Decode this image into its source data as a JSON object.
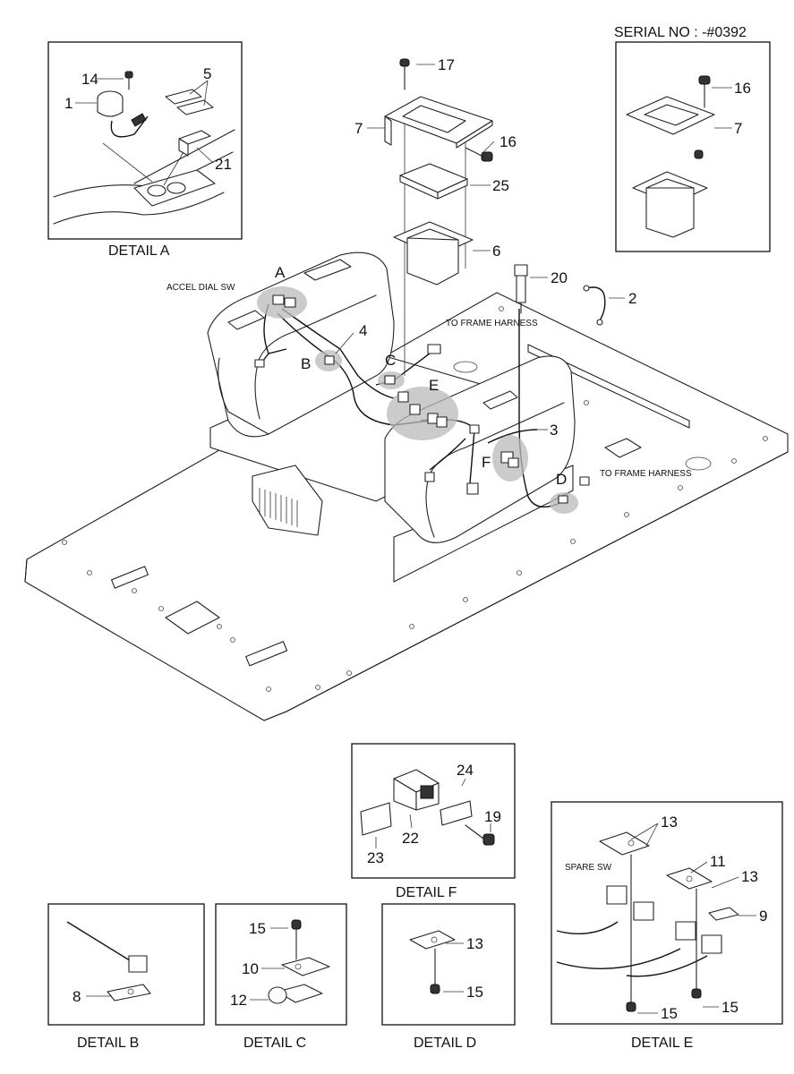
{
  "serial": "SERIAL NO : -#0392",
  "labels": {
    "accel_dial_sw": "ACCEL DIAL SW",
    "to_frame_harness_1": "TO FRAME HARNESS",
    "to_frame_harness_2": "TO FRAME HARNESS",
    "spare_sw": "SPARE SW"
  },
  "details": {
    "a": "DETAIL A",
    "b": "DETAIL B",
    "c": "DETAIL C",
    "d": "DETAIL D",
    "e": "DETAIL E",
    "f": "DETAIL F"
  },
  "callouts": {
    "A": "A",
    "B": "B",
    "C": "C",
    "D": "D",
    "E": "E",
    "F": "F"
  },
  "parts": {
    "p1": "1",
    "p2": "2",
    "p3": "3",
    "p4": "4",
    "p5": "5",
    "p6": "6",
    "p7": "7",
    "p8": "8",
    "p9": "9",
    "p10": "10",
    "p11": "11",
    "p12": "12",
    "p13": "13",
    "p14": "14",
    "p15": "15",
    "p16": "16",
    "p17": "17",
    "p19": "19",
    "p20": "20",
    "p21": "21",
    "p22": "22",
    "p23": "23",
    "p24": "24",
    "p25": "25"
  }
}
